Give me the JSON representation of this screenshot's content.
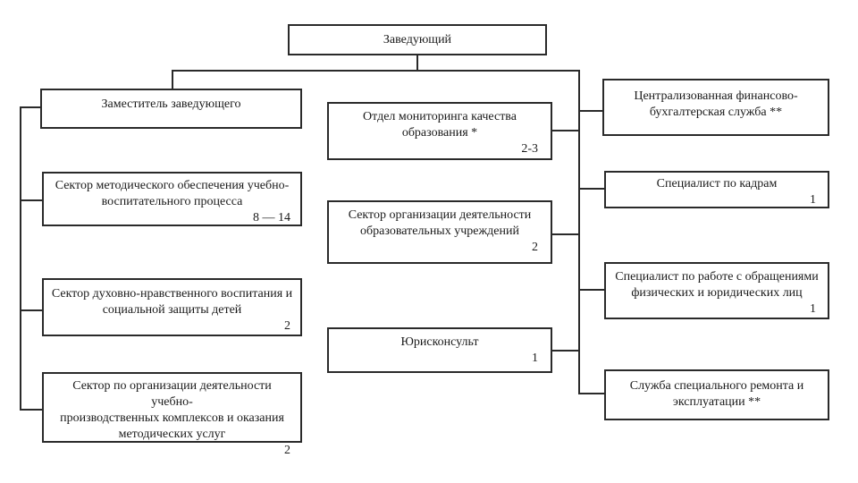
{
  "diagram": {
    "root": {
      "label": "Заведующий"
    },
    "deputy": {
      "label": "Заместитель заведующего"
    },
    "left": [
      {
        "label": "Сектор методического обеспечения учебно-\nвоспитательного процесса",
        "count": "8 — 14"
      },
      {
        "label": "Сектор духовно-нравственного воспитания и\nсоциальной защиты детей",
        "count": "2"
      },
      {
        "label": "Сектор по организации деятельности учебно-\nпроизводственных комплексов и оказания\nметодических услуг",
        "count": "2"
      }
    ],
    "middle": [
      {
        "label": "Отдел мониторинга качества\nобразования *",
        "count": "2-3"
      },
      {
        "label": "Сектор организации деятельности\nобразовательных учреждений",
        "count": "2"
      },
      {
        "label": "Юрисконсульт",
        "count": "1"
      }
    ],
    "right": [
      {
        "label": "Централизованная финансово-\nбухгалтерская служба **",
        "count": ""
      },
      {
        "label": "Специалист по кадрам",
        "count": "1"
      },
      {
        "label": "Специалист по работе с обращениями\nфизических и юридических лиц",
        "count": "1"
      },
      {
        "label": "Служба специального ремонта и\nэксплуатации **",
        "count": ""
      }
    ],
    "colors": {
      "line": "#2a2a2a",
      "background": "#ffffff"
    }
  }
}
